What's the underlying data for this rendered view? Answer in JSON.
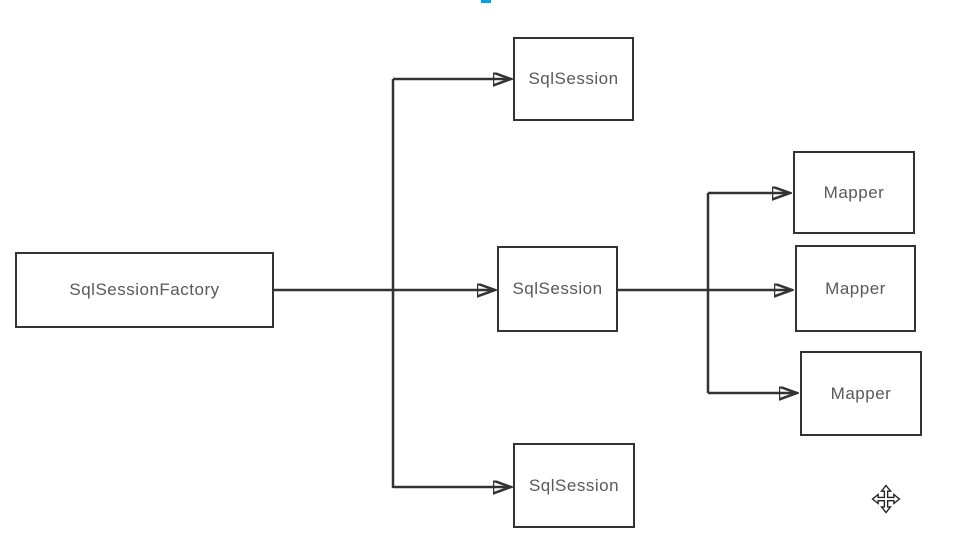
{
  "diagram": {
    "factory": {
      "label": "SqlSessionFactory"
    },
    "sessions": [
      {
        "label": "SqlSession"
      },
      {
        "label": "SqlSession"
      },
      {
        "label": "SqlSession"
      }
    ],
    "mappers": [
      {
        "label": "Mapper"
      },
      {
        "label": "Mapper"
      },
      {
        "label": "Mapper"
      }
    ]
  },
  "icons": {
    "move_cursor": "move-icon",
    "accent_dash": "blue-dash"
  },
  "colors": {
    "line": "#333333",
    "text": "#595959",
    "accent": "#00a2e8",
    "background": "#ffffff"
  }
}
